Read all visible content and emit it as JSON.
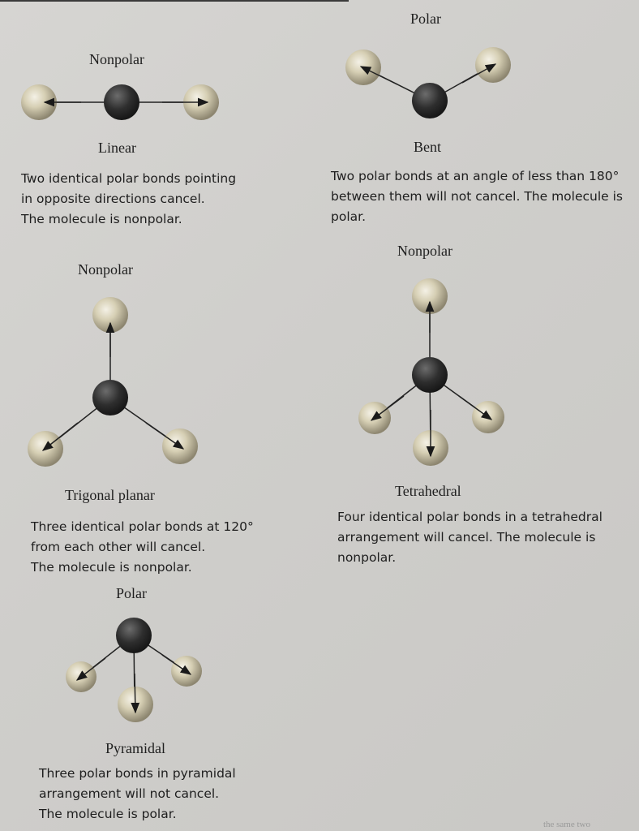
{
  "panels": {
    "linear": {
      "polarity": "Nonpolar",
      "shape": "Linear",
      "lines": [
        "Two identical polar bonds pointing",
        "in opposite directions cancel.",
        "The molecule is nonpolar."
      ]
    },
    "bent": {
      "polarity": "Polar",
      "shape": "Bent",
      "lines": [
        "Two polar bonds at an angle of less than 180°",
        "between them will not cancel. The molecule is",
        "polar."
      ]
    },
    "trigonal": {
      "polarity": "Nonpolar",
      "shape": "Trigonal planar",
      "lines": [
        "Three identical polar bonds at 120°",
        "from each other will cancel.",
        "The molecule is nonpolar."
      ]
    },
    "tetrahedral": {
      "polarity": "Nonpolar",
      "shape": "Tetrahedral",
      "lines": [
        "Four identical polar bonds in a tetrahedral",
        "arrangement will cancel. The molecule is",
        "nonpolar."
      ]
    },
    "pyramidal": {
      "polarity": "Polar",
      "shape": "Pyramidal",
      "lines": [
        "Three polar bonds in pyramidal",
        "arrangement will not cancel.",
        "The molecule is polar."
      ]
    }
  },
  "footer": "the same two",
  "colors": {
    "central_atom": "#2b2b2b",
    "outer_atom": "#c9c2a6",
    "bond": "#222222"
  }
}
